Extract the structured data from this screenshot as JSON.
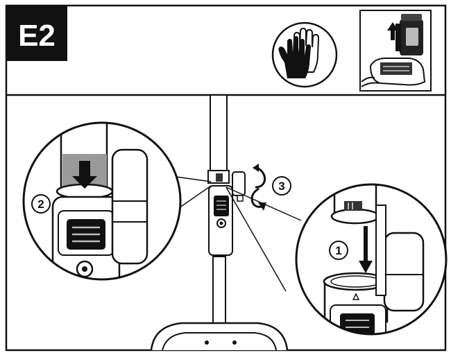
{
  "header": {
    "step_label": "E2",
    "icons": [
      "gloves-icon",
      "battery-removal-icon"
    ]
  },
  "callouts": {
    "step_1": "1",
    "step_2": "2",
    "step_3": "3"
  },
  "colors": {
    "ink": "#111111",
    "badge": "#111111",
    "badge_text": "#ffffff",
    "highlight_gray": "#9a9a9a",
    "background": "#ffffff"
  }
}
